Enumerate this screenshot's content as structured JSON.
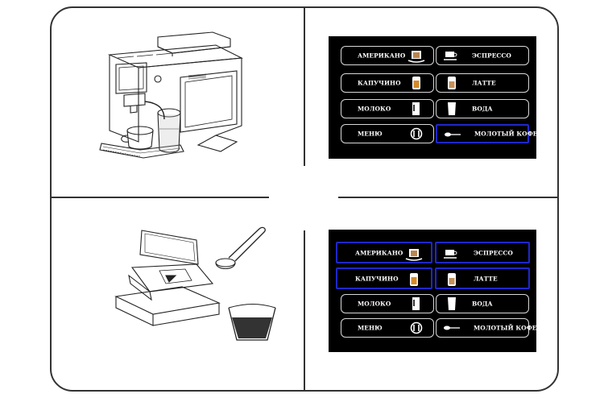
{
  "screens": [
    {
      "buttons_left": [
        {
          "label": "АМЕРИКАНО",
          "icon": "americano-cup-icon",
          "selected": false
        },
        {
          "label": "КАПУЧИНО",
          "icon": "cappuccino-glass-icon",
          "selected": false
        },
        {
          "label": "МОЛОКО",
          "icon": "milk-jug-icon",
          "selected": false
        },
        {
          "label": "МЕНЮ",
          "icon": "menu-settings-icon",
          "selected": false
        }
      ],
      "buttons_right": [
        {
          "label": "ЭСПРЕССО",
          "icon": "espresso-cup-icon",
          "selected": false
        },
        {
          "label": "ЛАТТЕ",
          "icon": "latte-glass-icon",
          "selected": false
        },
        {
          "label": "ВОДА",
          "icon": "water-glass-icon",
          "selected": false
        },
        {
          "label": "МОЛОТЫЙ КОФЕ",
          "icon": "ground-coffee-spoon-icon",
          "selected": true
        }
      ]
    },
    {
      "buttons_left": [
        {
          "label": "АМЕРИКАНО",
          "icon": "americano-cup-icon",
          "selected": true
        },
        {
          "label": "КАПУЧИНО",
          "icon": "cappuccino-glass-icon",
          "selected": true
        },
        {
          "label": "МОЛОКО",
          "icon": "milk-jug-icon",
          "selected": false
        },
        {
          "label": "МЕНЮ",
          "icon": "menu-settings-icon",
          "selected": false
        }
      ],
      "buttons_right": [
        {
          "label": "ЭСПРЕССО",
          "icon": "espresso-cup-icon",
          "selected": true
        },
        {
          "label": "ЛАТТЕ",
          "icon": "latte-glass-icon",
          "selected": true
        },
        {
          "label": "ВОДА",
          "icon": "water-glass-icon",
          "selected": false
        },
        {
          "label": "МОЛОТЫЙ КОФЕ",
          "icon": "ground-coffee-spoon-icon",
          "selected": false
        }
      ]
    }
  ],
  "colors": {
    "screen_bg": "#000000",
    "selected_border": "#1f28c9",
    "button_border": "#d8d8d8",
    "text": "#ffffff"
  }
}
